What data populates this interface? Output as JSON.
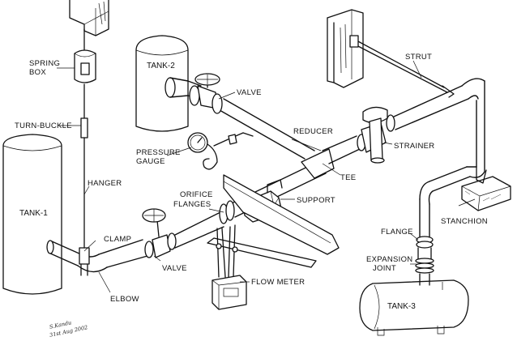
{
  "labels": {
    "tank_1": "TANK-1",
    "tank_2": "TANK-2",
    "tank_3": "TANK-3",
    "spring_box_line1": "SPRING",
    "spring_box_line2": "BOX",
    "turn_buckle": "TURN-BUCKLE",
    "hanger": "HANGER",
    "clamp": "CLAMP",
    "elbow": "ELBOW",
    "valve_top": "VALVE",
    "valve_bottom": "VALVE",
    "pressure_gauge_line1": "PRESSURE",
    "pressure_gauge_line2": "GAUGE",
    "orifice_flanges_line1": "ORIFICE",
    "orifice_flanges_line2": "FLANGES",
    "reducer": "REDUCER",
    "tee": "TEE",
    "support": "SUPPORT",
    "strainer": "STRAINER",
    "strut": "STRUT",
    "flange": "FLANGE",
    "expansion_joint_line1": "EXPANSION",
    "expansion_joint_line2": "JOINT",
    "stanchion": "STANCHION",
    "flow_meter": "FLOW METER"
  },
  "signature": {
    "name": "S.Kandu",
    "date": "31st Aug 2002"
  }
}
